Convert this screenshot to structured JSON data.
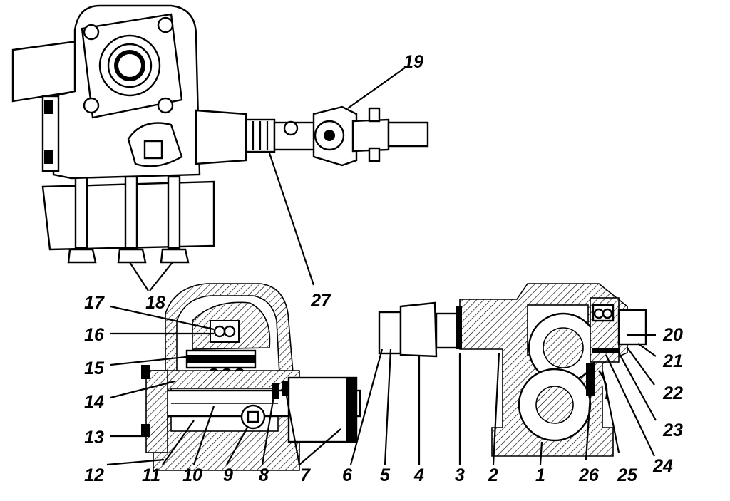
{
  "labels": [
    "1",
    "2",
    "3",
    "4",
    "5",
    "6",
    "7",
    "8",
    "9",
    "10",
    "11",
    "12",
    "13",
    "14",
    "15",
    "16",
    "17",
    "18",
    "19",
    "20",
    "21",
    "22",
    "23",
    "24",
    "25",
    "26",
    "27"
  ],
  "colors": {
    "ink": "#000000",
    "paper": "#ffffff"
  }
}
